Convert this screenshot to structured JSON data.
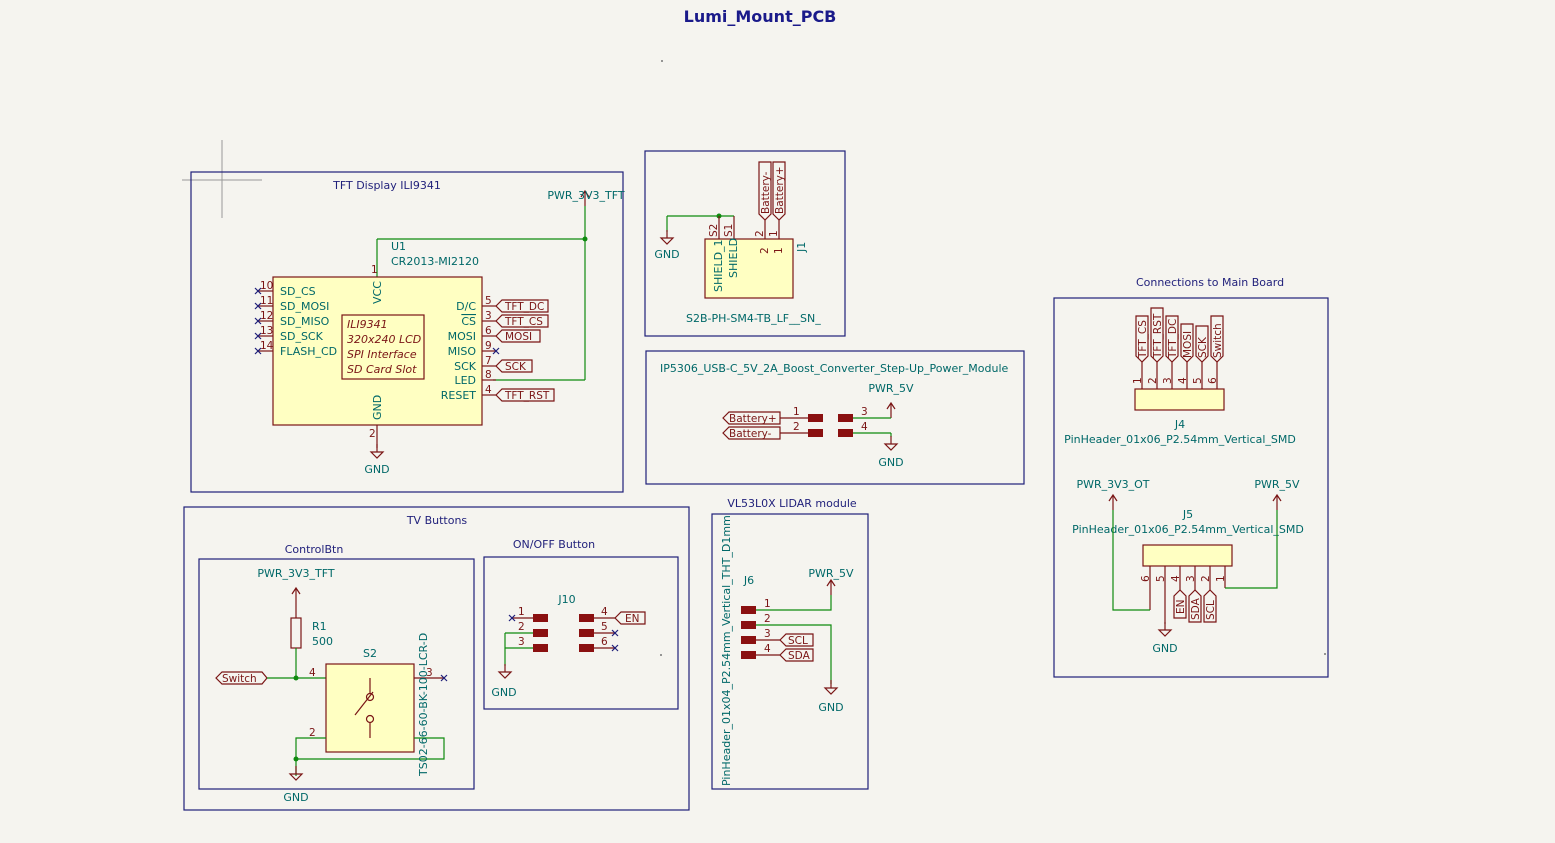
{
  "sheet_title": "Lumi_Mount_PCB",
  "colors": {
    "background": "#f5f4ef",
    "frame": "#1f1f7a",
    "wire": "#0f8a0f",
    "symbol": "#7a1515",
    "body_fill": "#ffffc2",
    "text": "#006868"
  },
  "tft": {
    "frame_label": "TFT Display ILI9341",
    "ref": "U1",
    "value": "CR2013-MI2120",
    "power_net": "PWR_3V3_TFT",
    "gnd": "GND",
    "vcc_label": "VCC",
    "gnd_label": "GND",
    "vcc_pin": "1",
    "gnd_pin": "2",
    "left_pins": [
      {
        "num": "10",
        "name": "SD_CS"
      },
      {
        "num": "11",
        "name": "SD_MOSI"
      },
      {
        "num": "12",
        "name": "SD_MISO"
      },
      {
        "num": "13",
        "name": "SD_SCK"
      },
      {
        "num": "14",
        "name": "FLASH_CD"
      }
    ],
    "right_pins": [
      {
        "num": "5",
        "name": "D/C",
        "net": "TFT_DC"
      },
      {
        "num": "3",
        "name": "CS",
        "net": "TFT_CS"
      },
      {
        "num": "6",
        "name": "MOSI",
        "net": "MOSI"
      },
      {
        "num": "9",
        "name": "MISO",
        "net": ""
      },
      {
        "num": "7",
        "name": "SCK",
        "net": "SCK"
      },
      {
        "num": "8",
        "name": "LED",
        "net": ""
      },
      {
        "num": "4",
        "name": "RESET",
        "net": "TFT_RST"
      }
    ],
    "inner": [
      "ILI9341",
      "320x240 LCD",
      "SPI Interface",
      "SD Card Slot"
    ]
  },
  "battery": {
    "gnd": "GND",
    "nets": [
      "Battery-",
      "Battery+"
    ],
    "ref": "J1",
    "value": "S2B-PH-SM4-TB_LF__SN_",
    "pins": [
      "S2",
      "S1",
      "2",
      "1"
    ],
    "shield_labels": [
      "SHIELD_1",
      "SHIELD"
    ]
  },
  "boost": {
    "frame_label": "IP5306_USB-C_5V_2A_Boost_Converter_Step-Up_Power_Module",
    "power_net": "PWR_5V",
    "gnd": "GND",
    "inputs": [
      {
        "num": "1",
        "net": "Battery+"
      },
      {
        "num": "2",
        "net": "Battery-"
      }
    ],
    "outputs": [
      "3",
      "4"
    ]
  },
  "main_board": {
    "frame_label": "Connections to Main Board",
    "j4": {
      "ref": "J4",
      "value": "PinHeader_01x06_P2.54mm_Vertical_SMD",
      "pins": [
        "1",
        "2",
        "3",
        "4",
        "5",
        "6"
      ],
      "nets": [
        "TFT_CS",
        "TFT_RST",
        "TFT_DC",
        "MOSI",
        "SCK",
        "Switch"
      ]
    },
    "j5": {
      "ref": "J5",
      "value": "PinHeader_01x06_P2.54mm_Vertical_SMD",
      "pins": [
        "6",
        "5",
        "4",
        "3",
        "2",
        "1"
      ],
      "nets": [
        "EN",
        "SDA",
        "SCL"
      ],
      "power_left": "PWR_3V3_OT",
      "power_right": "PWR_5V",
      "gnd": "GND"
    }
  },
  "buttons": {
    "frame_label": "TV Buttons",
    "control": {
      "label": "ControlBtn",
      "power_net": "PWR_3V3_TFT",
      "r_ref": "R1",
      "r_value": "500",
      "s_ref": "S2",
      "s_value": "TS02-66-60-BK-100-LCR-D",
      "net": "Switch",
      "gnd": "GND",
      "pins": [
        "4",
        "3",
        "2"
      ]
    },
    "onoff": {
      "label": "ON/OFF Button",
      "ref": "J10",
      "gnd": "GND",
      "net": "EN",
      "pins": [
        "1",
        "2",
        "3",
        "4",
        "5",
        "6"
      ]
    }
  },
  "lidar": {
    "frame_label": "VL53L0X LIDAR module",
    "ref": "J6",
    "value": "PinHeader_01x04_P2.54mm_Vertical_THT_D1mm",
    "power_net": "PWR_5V",
    "gnd": "GND",
    "pins": [
      "1",
      "2",
      "3",
      "4"
    ],
    "nets": [
      "SCL",
      "SDA"
    ]
  }
}
